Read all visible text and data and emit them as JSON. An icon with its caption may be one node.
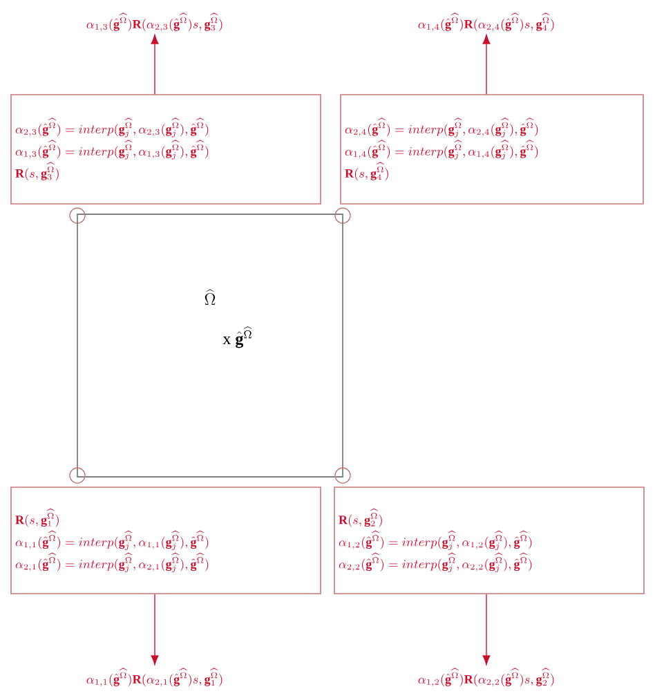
{
  "diagram": {
    "nodes": [
      {
        "text": [
          "\\alpha_{1,3}(\\hat{\\mathbf{g}}^{\\widehat{\\Omega}})\\mathbf{R}(\\alpha_{2,3}(\\hat{\\mathbf{g}}^{\\widehat{\\Omega}})s,\\mathbf{g}_3^{\\widehat{\\Omega}})"
        ]
      },
      {
        "text": [
          "\\alpha_{1,4}(\\hat{\\mathbf{g}}^{\\widehat{\\Omega}})\\mathbf{R}(\\alpha_{2,4}(\\hat{\\mathbf{g}}^{\\widehat{\\Omega}})s,\\mathbf{g}_4^{\\widehat{\\Omega}})"
        ]
      },
      {
        "text": [
          "\\alpha_{2,3}(\\hat{\\mathbf{g}}^{\\widehat{\\Omega}})=interp(\\mathbf{g}_j^{\\widehat{\\Omega}},\\alpha_{2,3}(\\mathbf{g}_j^{\\widehat{\\Omega}}),\\hat{\\mathbf{g}}^{\\widehat{\\Omega}})",
          "\\alpha_{1,3}(\\hat{\\mathbf{g}}^{\\widehat{\\Omega}})=interp(\\mathbf{g}_j^{\\widehat{\\Omega}},\\alpha_{1,3}(\\mathbf{g}_j^{\\widehat{\\Omega}}),\\hat{\\mathbf{g}}^{\\widehat{\\Omega}})",
          "\\mathbf{R}(s,\\mathbf{g}_3^{\\widehat{\\Omega}})"
        ]
      },
      {
        "text": [
          "\\alpha_{2,4}(\\hat{\\mathbf{g}}^{\\widehat{\\Omega}})=interp(\\mathbf{g}_j^{\\widehat{\\Omega}},\\alpha_{2,4}(\\mathbf{g}_j^{\\widehat{\\Omega}}),\\hat{\\mathbf{g}}^{\\widehat{\\Omega}})",
          "\\alpha_{1,4}(\\hat{\\mathbf{g}}^{\\widehat{\\Omega}})=interp(\\mathbf{g}_j^{\\widehat{\\Omega}},\\alpha_{1,4}(\\mathbf{g}_j^{\\widehat{\\Omega}}),\\hat{\\mathbf{g}}^{\\widehat{\\Omega}})",
          "\\mathbf{R}(s,\\mathbf{g}_4^{\\widehat{\\Omega}})"
        ]
      },
      {
        "text": [],
        "shape": "circle"
      },
      {
        "text": [],
        "shape": "circle"
      },
      {
        "text": [
          "\\widehat{\\Omega}",
          "\\mathrm{x}\\ \\hat{\\mathbf{g}}^{\\widehat{\\Omega}}"
        ]
      },
      {
        "text": [],
        "shape": "circle"
      },
      {
        "text": [],
        "shape": "circle"
      },
      {
        "text": [
          "\\mathbf{R}(s,\\mathbf{g}_1^{\\widehat{\\Omega}})",
          "\\alpha_{1,1}(\\hat{\\mathbf{g}}^{\\widehat{\\Omega}})=interp(\\mathbf{g}_j^{\\widehat{\\Omega}},\\alpha_{1,1}(\\mathbf{g}_j^{\\widehat{\\Omega}}),\\hat{\\mathbf{g}}^{\\widehat{\\Omega}})",
          "\\alpha_{2,1}(\\hat{\\mathbf{g}}^{\\widehat{\\Omega}})=interp(\\mathbf{g}_j^{\\widehat{\\Omega}},\\alpha_{2,1}(\\mathbf{g}_j^{\\widehat{\\Omega}}),\\hat{\\mathbf{g}}^{\\widehat{\\Omega}})"
        ]
      },
      {
        "text": [
          "\\mathbf{R}(s,\\mathbf{g}_2^{\\widehat{\\Omega}})",
          "\\alpha_{1,2}(\\hat{\\mathbf{g}}^{\\widehat{\\Omega}})=interp(\\mathbf{g}_j^{\\widehat{\\Omega}},\\alpha_{1,2}(\\mathbf{g}_j^{\\widehat{\\Omega}}),\\hat{\\mathbf{g}}^{\\widehat{\\Omega}})",
          "\\alpha_{2,2}(\\hat{\\mathbf{g}}^{\\widehat{\\Omega}})=interp(\\mathbf{g}_j^{\\widehat{\\Omega}},\\alpha_{2,2}(\\mathbf{g}_j^{\\widehat{\\Omega}}),\\hat{\\mathbf{g}}^{\\widehat{\\Omega}})"
        ]
      },
      {
        "text": [
          "\\alpha_{1,1}(\\hat{\\mathbf{g}}^{\\widehat{\\Omega}})\\mathbf{R}(\\alpha_{2,1}(\\hat{\\mathbf{g}}^{\\widehat{\\Omega}})s,\\mathbf{g}_1^{\\widehat{\\Omega}})"
        ]
      },
      {
        "text": [
          "\\alpha_{1,2}(\\hat{\\mathbf{g}}^{\\widehat{\\Omega}})\\mathbf{R}(\\alpha_{2,2}(\\hat{\\mathbf{g}}^{\\widehat{\\Omega}})s,\\mathbf{g}_2^{\\widehat{\\Omega}})"
        ]
      }
    ],
    "edges": [
      {
        "from": 2,
        "to": 0,
        "arrow": "to"
      },
      {
        "from": 3,
        "to": 1,
        "arrow": "to"
      },
      {
        "from": 9,
        "to": 11,
        "arrow": "to"
      },
      {
        "from": 10,
        "to": 12,
        "arrow": "to"
      }
    ]
  }
}
